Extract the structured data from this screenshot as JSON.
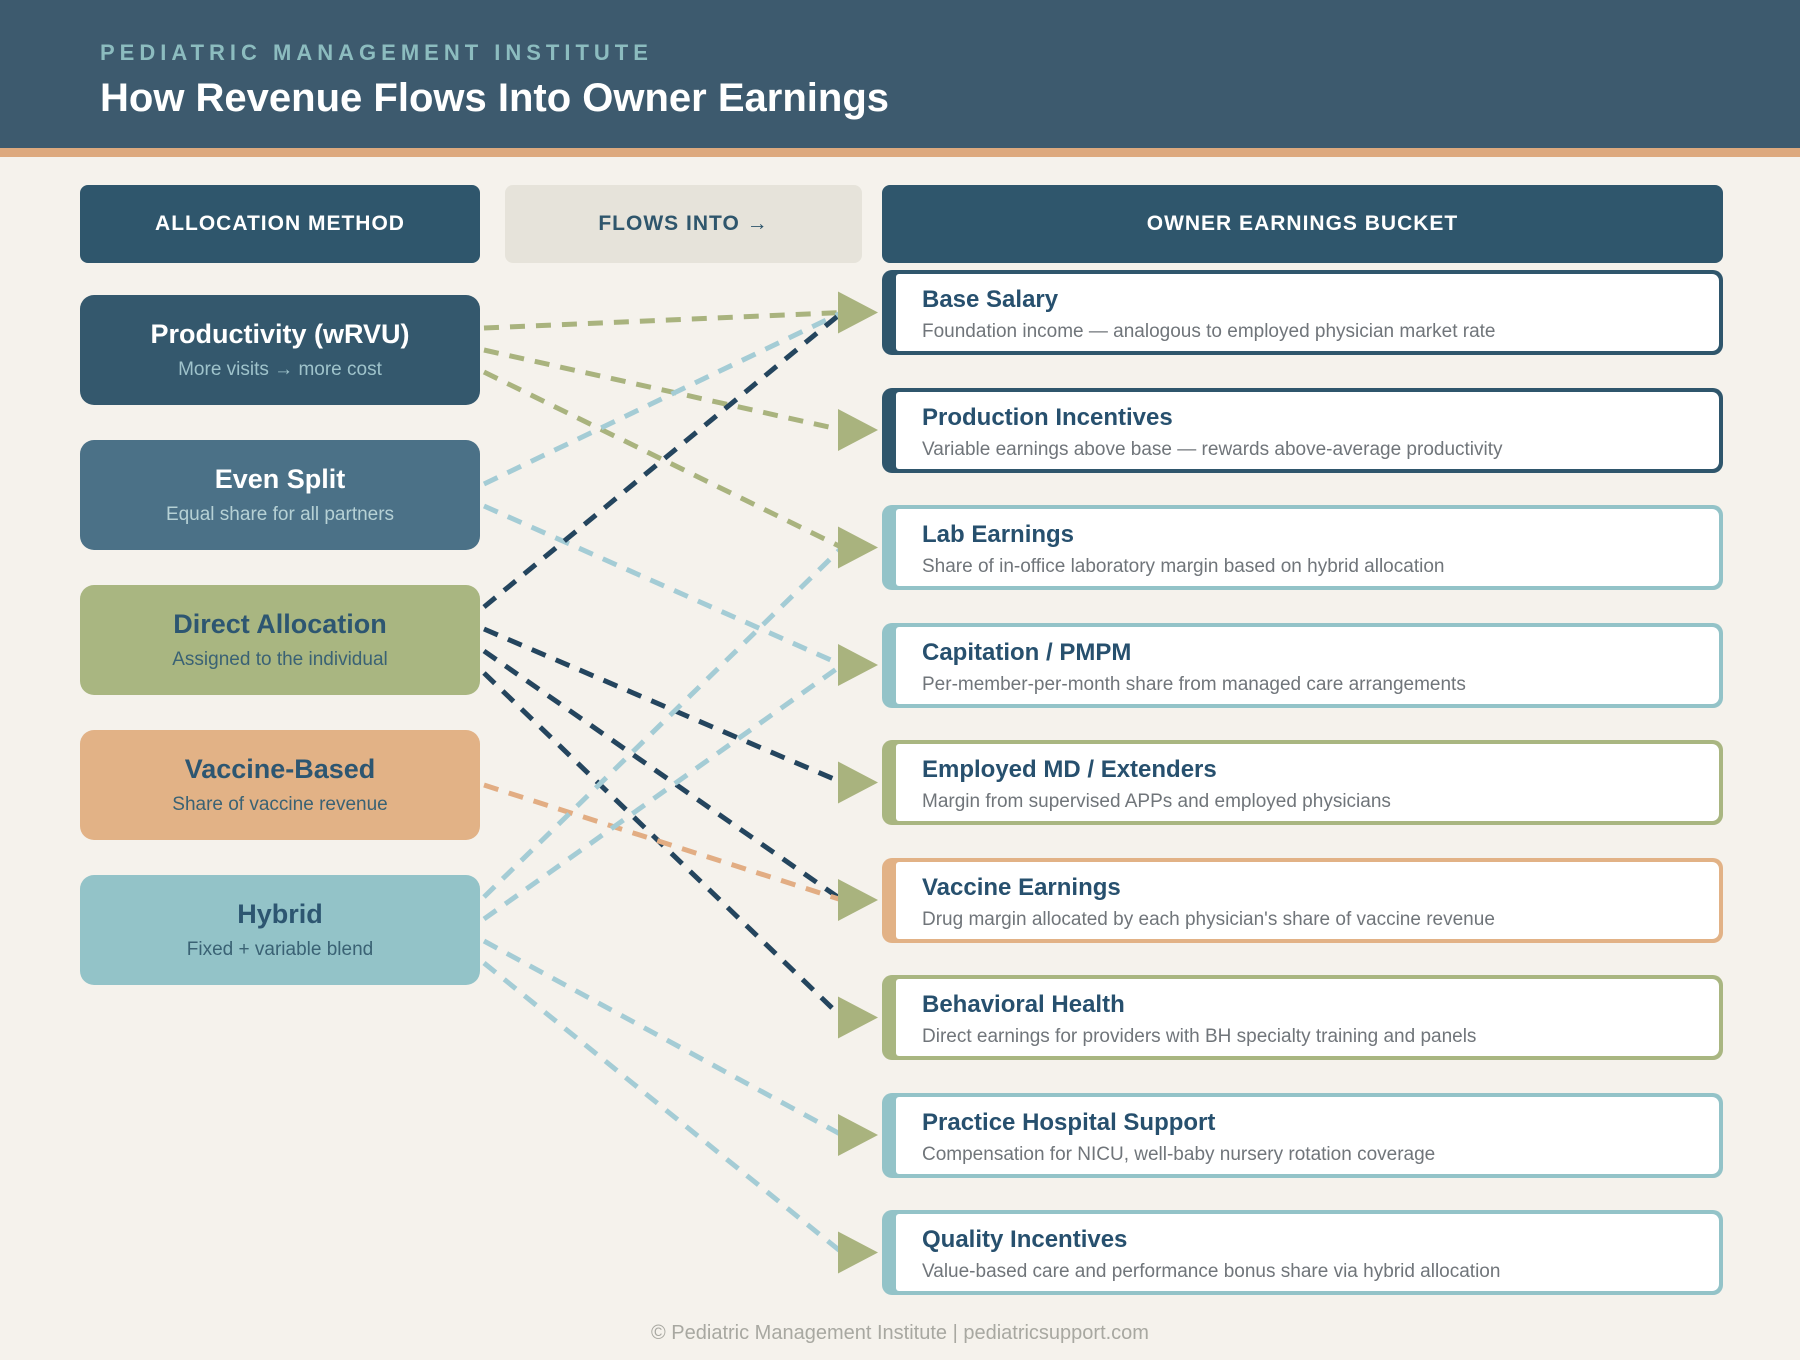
{
  "header": {
    "eyebrow": "PEDIATRIC MANAGEMENT INSTITUTE",
    "title": "How Revenue Flows Into Owner Earnings",
    "bg": "#3d5a6e",
    "eyebrow_color": "#8cbcbf",
    "accent_bar_color": "#dda97e"
  },
  "columns": {
    "left_header": "ALLOCATION METHOD",
    "middle_header": "FLOWS INTO →",
    "right_header": "OWNER EARNINGS BUCKET"
  },
  "methods": [
    {
      "id": "productivity",
      "title": "Productivity (wRVU)",
      "subtitle": "More visits → more cost",
      "bg": "#34586d",
      "title_color": "#ffffff",
      "subtitle_color": "#9fc3cb"
    },
    {
      "id": "even-split",
      "title": "Even Split",
      "subtitle": "Equal share for all partners",
      "bg": "#4b7187",
      "title_color": "#ffffff",
      "subtitle_color": "#b6d1d5"
    },
    {
      "id": "direct-allocation",
      "title": "Direct Allocation",
      "subtitle": "Assigned to the individual",
      "bg": "#a9b681",
      "title_color": "#2d5671",
      "subtitle_color": "#3a6274"
    },
    {
      "id": "vaccine-based",
      "title": "Vaccine-Based",
      "subtitle": "Share of vaccine revenue",
      "bg": "#e2b286",
      "title_color": "#2d5671",
      "subtitle_color": "#3a6274"
    },
    {
      "id": "hybrid",
      "title": "Hybrid",
      "subtitle": "Fixed + variable blend",
      "bg": "#93c3c8",
      "title_color": "#2d5671",
      "subtitle_color": "#3a6274"
    }
  ],
  "buckets": [
    {
      "id": "base-salary",
      "title": "Base Salary",
      "subtitle": "Foundation income — analogous to employed physician market rate",
      "accent": "#2f566c"
    },
    {
      "id": "production-incentives",
      "title": "Production Incentives",
      "subtitle": "Variable earnings above base — rewards above-average productivity",
      "accent": "#2f566c"
    },
    {
      "id": "lab-earnings",
      "title": "Lab Earnings",
      "subtitle": "Share of in-office laboratory margin based on hybrid allocation",
      "accent": "#93c3c8"
    },
    {
      "id": "capitation-pmpm",
      "title": "Capitation / PMPM",
      "subtitle": "Per-member-per-month share from managed care arrangements",
      "accent": "#93c3c8"
    },
    {
      "id": "employed-md-extenders",
      "title": "Employed MD / Extenders",
      "subtitle": "Margin from supervised APPs and employed physicians",
      "accent": "#a9b681"
    },
    {
      "id": "vaccine-earnings",
      "title": "Vaccine Earnings",
      "subtitle": "Drug margin allocated by each physician's share of vaccine revenue",
      "accent": "#e2b286"
    },
    {
      "id": "behavioral-health",
      "title": "Behavioral Health",
      "subtitle": "Direct earnings for providers with BH specialty training and panels",
      "accent": "#a9b681"
    },
    {
      "id": "practice-hospital-support",
      "title": "Practice Hospital Support",
      "subtitle": "Compensation for NICU, well-baby nursery rotation coverage",
      "accent": "#93c3c8"
    },
    {
      "id": "quality-incentives",
      "title": "Quality Incentives",
      "subtitle": "Value-based care and performance bonus share via hybrid allocation",
      "accent": "#93c3c8"
    }
  ],
  "connections": [
    {
      "from": "productivity",
      "to": "base-salary",
      "color": "#a9b37e"
    },
    {
      "from": "productivity",
      "to": "production-incentives",
      "color": "#a9b37e"
    },
    {
      "from": "productivity",
      "to": "lab-earnings",
      "color": "#a9b37e"
    },
    {
      "from": "even-split",
      "to": "base-salary",
      "color": "#a4ccd5"
    },
    {
      "from": "even-split",
      "to": "capitation-pmpm",
      "color": "#a4ccd5"
    },
    {
      "from": "direct-allocation",
      "to": "base-salary",
      "color": "#24455e"
    },
    {
      "from": "direct-allocation",
      "to": "employed-md-extenders",
      "color": "#24455e"
    },
    {
      "from": "direct-allocation",
      "to": "vaccine-earnings",
      "color": "#24455e"
    },
    {
      "from": "direct-allocation",
      "to": "behavioral-health",
      "color": "#24455e"
    },
    {
      "from": "vaccine-based",
      "to": "vaccine-earnings",
      "color": "#e2ad83"
    },
    {
      "from": "hybrid",
      "to": "lab-earnings",
      "color": "#a4ccd5"
    },
    {
      "from": "hybrid",
      "to": "capitation-pmpm",
      "color": "#a4ccd5"
    },
    {
      "from": "hybrid",
      "to": "practice-hospital-support",
      "color": "#a4ccd5"
    },
    {
      "from": "hybrid",
      "to": "quality-incentives",
      "color": "#a4ccd5"
    }
  ],
  "arrowhead_color": "#a9b37e",
  "footer": {
    "text": "© Pediatric Management Institute | pediatricsupport.com"
  }
}
